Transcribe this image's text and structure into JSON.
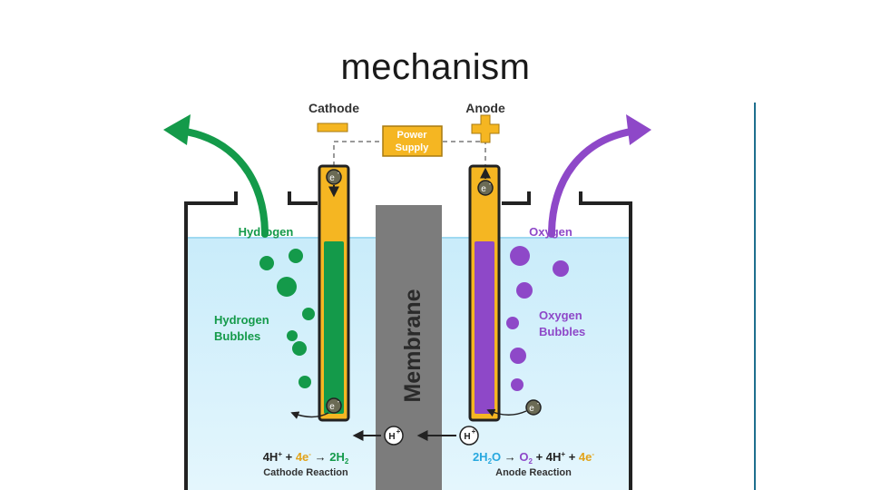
{
  "slide": {
    "title": "mechanism"
  },
  "diagram": {
    "cathode_label": "Cathode",
    "anode_label": "Anode",
    "power_supply_line1": "Power",
    "power_supply_line2": "Supply",
    "membrane_label": "Membrane",
    "hydrogen_label": "Hydrogen",
    "oxygen_label": "Oxygen",
    "hydrogen_bubbles_line1": "Hydrogen",
    "hydrogen_bubbles_line2": "Bubbles",
    "oxygen_bubbles_line1": "Oxygen",
    "oxygen_bubbles_line2": "Bubbles",
    "electron_symbol": "e",
    "electron_charge": "-",
    "proton_symbol": "H",
    "proton_charge": "+",
    "cathode_reaction": {
      "reactant_1": "4H",
      "reactant_1_charge": "+",
      "plus_1": " + ",
      "reactant_2": "4e",
      "reactant_2_charge": "-",
      "arrow": "→",
      "product": "2H",
      "product_subscript": "2",
      "caption": "Cathode Reaction"
    },
    "anode_reaction": {
      "reactant": "2H",
      "reactant_subscript": "2",
      "reactant_tail": "O",
      "arrow": "→",
      "product_1": "O",
      "product_1_subscript": "2",
      "plus_1": " + ",
      "product_2": "4H",
      "product_2_charge": "+",
      "plus_2": " + ",
      "product_3": "4e",
      "product_3_charge": "-",
      "caption": "Anode Reaction"
    },
    "colors": {
      "hydrogen_green": "#149a4a",
      "oxygen_purple": "#8e48c8",
      "electrode_gold": "#f5b622",
      "membrane_gray": "#7c7c7c",
      "water_blue": "#d6f0fb",
      "water_cyan": "#27a8df"
    }
  }
}
